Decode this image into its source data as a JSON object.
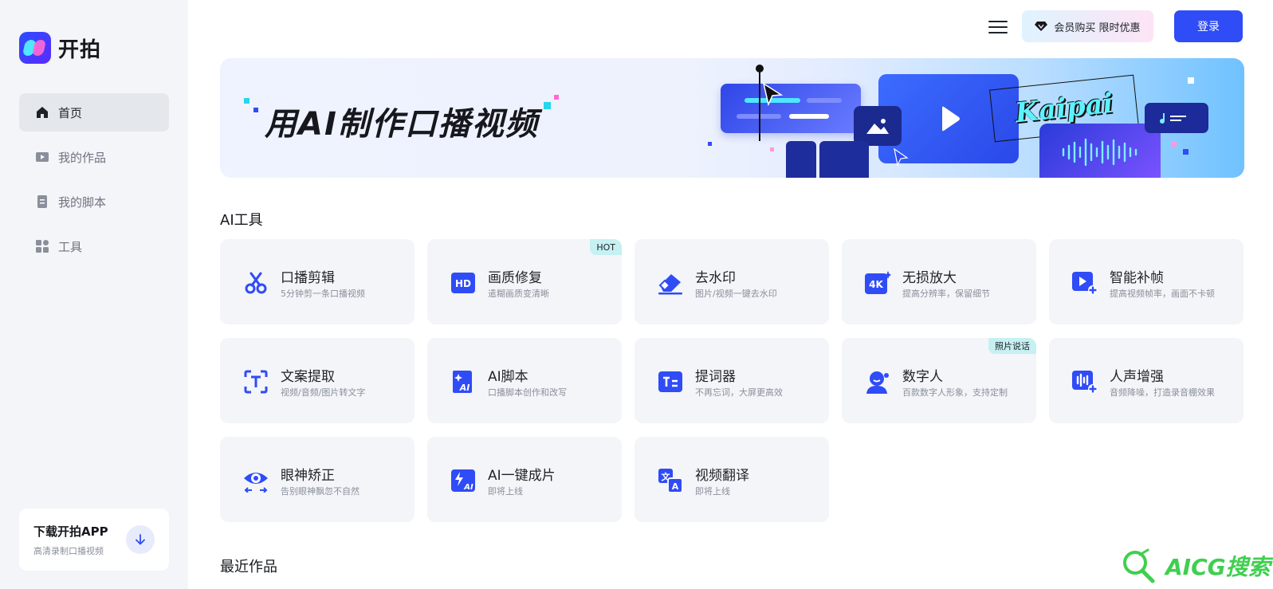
{
  "app": {
    "name": "开拍"
  },
  "sidebar": {
    "items": [
      {
        "label": "首页",
        "icon": "home-icon",
        "active": true
      },
      {
        "label": "我的作品",
        "icon": "play-square-icon",
        "active": false
      },
      {
        "label": "我的脚本",
        "icon": "document-icon",
        "active": false
      },
      {
        "label": "工具",
        "icon": "grid-icon",
        "active": false
      }
    ],
    "download": {
      "title": "下载开拍APP",
      "subtitle": "高清录制口播视频"
    }
  },
  "header": {
    "vip_label": "会员购买 限时优惠",
    "login_label": "登录"
  },
  "banner": {
    "title": "用AI制作口播视频",
    "logo_text": "Kaipai"
  },
  "sections": {
    "tools_title": "AI工具",
    "recent_title": "最近作品"
  },
  "tools": [
    {
      "name": "口播剪辑",
      "desc": "5分钟剪一条口播视频",
      "icon": "scissors-icon",
      "badge": ""
    },
    {
      "name": "画质修复",
      "desc": "遣糊画质变清晰",
      "icon": "hd-icon",
      "badge": "HOT"
    },
    {
      "name": "去水印",
      "desc": "图片/视频一键去水印",
      "icon": "eraser-icon",
      "badge": ""
    },
    {
      "name": "无损放大",
      "desc": "提高分辨率，保留细节",
      "icon": "4k-icon",
      "badge": ""
    },
    {
      "name": "智能补帧",
      "desc": "提高视频帧率，画面不卡顿",
      "icon": "video-add-icon",
      "badge": ""
    },
    {
      "name": "文案提取",
      "desc": "视频/音频/图片转文字",
      "icon": "text-scan-icon",
      "badge": ""
    },
    {
      "name": "AI脚本",
      "desc": "口播脚本创作和改写",
      "icon": "ai-script-icon",
      "badge": ""
    },
    {
      "name": "提词器",
      "desc": "不再忘词，大屏更高效",
      "icon": "teleprompter-icon",
      "badge": ""
    },
    {
      "name": "数字人",
      "desc": "百款数字人形象，支持定制",
      "icon": "avatar-icon",
      "badge": "照片说话"
    },
    {
      "name": "人声增强",
      "desc": "音频降噪，打造录音棚效果",
      "icon": "audio-enhance-icon",
      "badge": ""
    },
    {
      "name": "眼神矫正",
      "desc": "告别眼神飘忽不自然",
      "icon": "eye-icon",
      "badge": ""
    },
    {
      "name": "AI一键成片",
      "desc": "即将上线",
      "icon": "ai-flash-icon",
      "badge": ""
    },
    {
      "name": "视频翻译",
      "desc": "即将上线",
      "icon": "translate-icon",
      "badge": ""
    }
  ],
  "watermark": {
    "text": "AICG搜索"
  },
  "colors": {
    "accent": "#2f4cf6",
    "sidebar_bg": "#f3f5f8",
    "card_bg": "#f3f5f8",
    "badge_bg": "#c6f0f1"
  }
}
